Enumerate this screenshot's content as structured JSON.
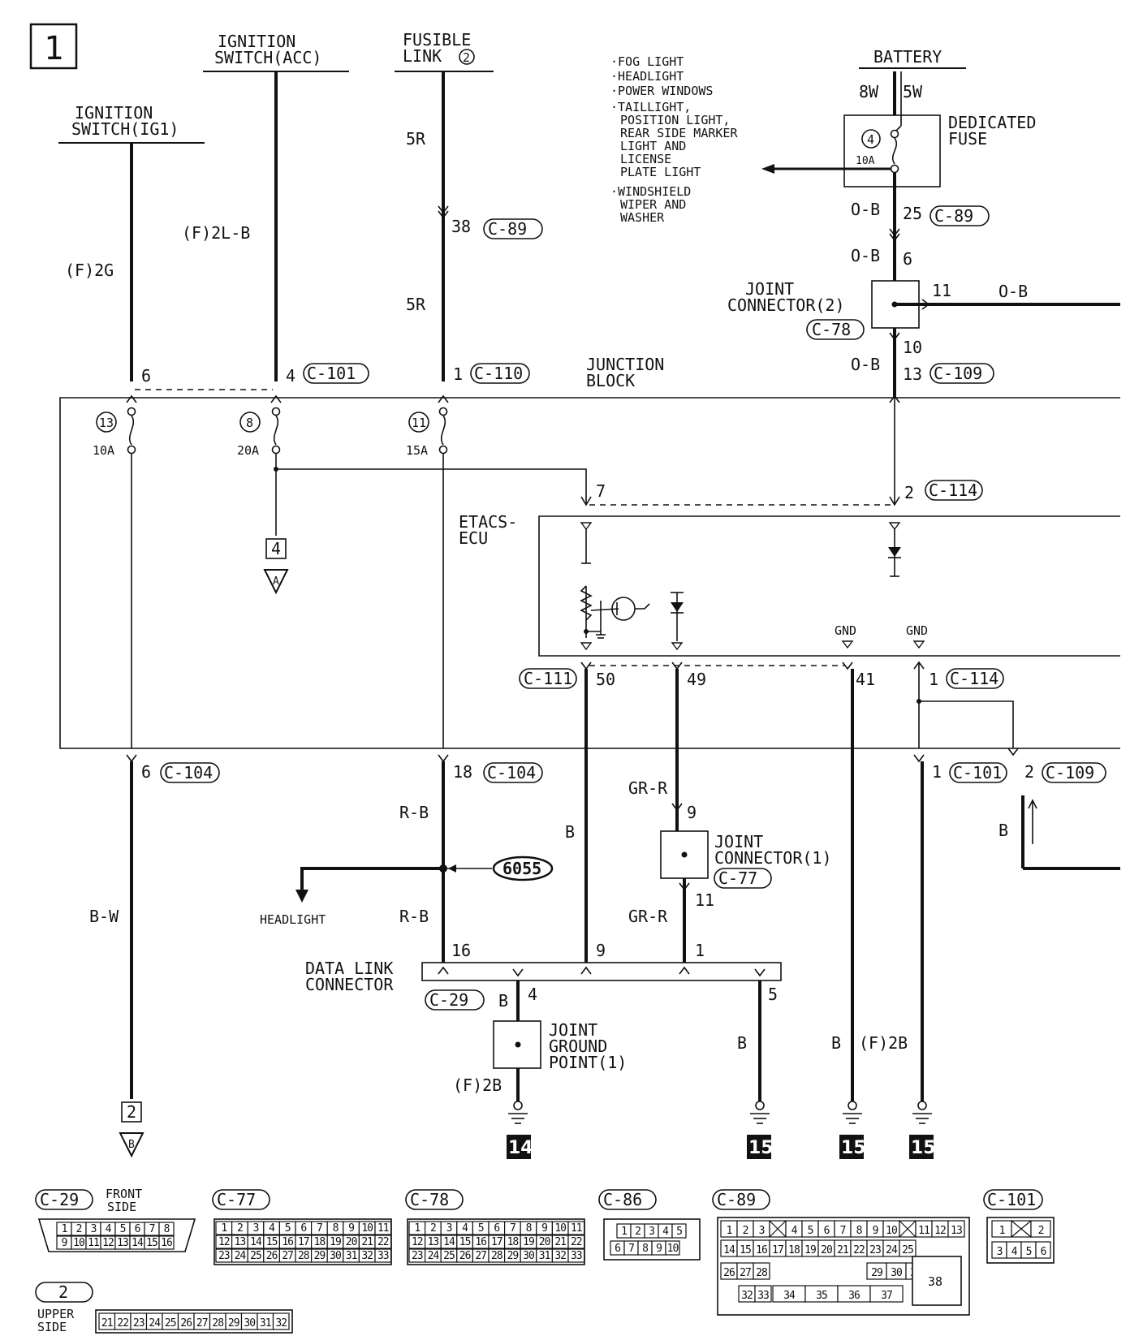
{
  "page_number": "1",
  "sources": {
    "ig1": [
      "IGNITION",
      "SWITCH(IG1)"
    ],
    "acc": [
      "IGNITION",
      "SWITCH(ACC)"
    ],
    "fusible_link": [
      "FUSIBLE",
      "LINK",
      "2"
    ],
    "battery": "BATTERY"
  },
  "battery_wires": [
    "8W",
    "5W"
  ],
  "dedicated_fuse": {
    "label": [
      "DEDICATED",
      "FUSE"
    ],
    "number": "4",
    "rating": "10A"
  },
  "fuse_feeds": [
    "·FOG LIGHT",
    "·HEADLIGHT",
    "·POWER WINDOWS",
    "·TAILLIGHT,",
    "POSITION LIGHT,",
    "REAR SIDE MARKER",
    "LIGHT AND",
    "LICENSE",
    "PLATE LIGHT",
    "·WINDSHIELD",
    "WIPER AND",
    "WASHER"
  ],
  "wire_colors": {
    "f2g": "(F)2G",
    "f2lb": "(F)2L-B",
    "r5a": "5R",
    "r5b": "5R",
    "ob1": "O-B",
    "ob2": "O-B",
    "ob3": "O-B",
    "ob4": "O-B",
    "bw": "B-W",
    "rb1": "R-B",
    "rb2": "R-B",
    "b50": "B",
    "grr1": "GR-R",
    "grr2": "GR-R",
    "b_right": "B",
    "b_dl": "B",
    "b_gnd5": "B",
    "b_gnd41": "B",
    "f2b_41": "(F)2B",
    "f2b_jgp": "(F)2B"
  },
  "pins": {
    "p38": "38",
    "p25": "25",
    "p6": "6",
    "p11": "11",
    "p10": "10",
    "p13": "13",
    "p6_ig1": "6",
    "p4_acc": "4",
    "p1_fl": "1",
    "p7": "7",
    "p2": "2",
    "p50": "50",
    "p49": "49",
    "p41": "41",
    "p1_114": "1",
    "p6_104": "6",
    "p18_104": "18",
    "p1_101": "1",
    "p2_109": "2",
    "p9_jc": "9",
    "p11_jc": "11",
    "p16": "16",
    "p9_dl": "9",
    "p1_dl": "1",
    "p4_dl": "4",
    "p5_dl": "5"
  },
  "connectors": {
    "c89a": "C-89",
    "c89b": "C-89",
    "c78": "C-78",
    "c109a": "C-109",
    "c109b": "C-109",
    "c101a": "C-101",
    "c101b": "C-101",
    "c110": "C-110",
    "c114a": "C-114",
    "c114b": "C-114",
    "c111": "C-111",
    "c104a": "C-104",
    "c104b": "C-104",
    "c77": "C-77",
    "c29": "C-29"
  },
  "fuses": [
    {
      "number": "13",
      "rating": "10A"
    },
    {
      "number": "8",
      "rating": "20A"
    },
    {
      "number": "11",
      "rating": "15A"
    }
  ],
  "labels": {
    "junction_block": [
      "JUNCTION",
      "BLOCK"
    ],
    "joint_connector_2": [
      "JOINT",
      "CONNECTOR(2)"
    ],
    "joint_connector_1": [
      "JOINT",
      "CONNECTOR(1)"
    ],
    "etacs_ecu": [
      "ETACS-",
      "ECU"
    ],
    "gnd_a": "GND",
    "gnd_b": "GND",
    "headlight": "HEADLIGHT",
    "splice": "6055",
    "data_link": [
      "DATA LINK",
      "CONNECTOR"
    ],
    "joint_ground": [
      "JOINT",
      "GROUND",
      "POINT(1)"
    ]
  },
  "page_refs": {
    "ref_a": {
      "number": "4",
      "letter": "A"
    },
    "ref_b": {
      "number": "2",
      "letter": "B"
    }
  },
  "ground_points": [
    "14",
    "15",
    "15",
    "15"
  ],
  "connector_views": {
    "c29": {
      "name": "C-29",
      "note": [
        "FRONT",
        "SIDE"
      ],
      "rows": [
        [
          "1",
          "2",
          "3",
          "4",
          "5",
          "6",
          "7",
          "8"
        ],
        [
          "9",
          "10",
          "11",
          "12",
          "13",
          "14",
          "15",
          "16"
        ]
      ]
    },
    "c77": {
      "name": "C-77",
      "rows": [
        [
          "1",
          "2",
          "3",
          "4",
          "5",
          "6",
          "7",
          "8",
          "9",
          "10",
          "11"
        ],
        [
          "12",
          "13",
          "14",
          "15",
          "16",
          "17",
          "18",
          "19",
          "20",
          "21",
          "22"
        ],
        [
          "23",
          "24",
          "25",
          "26",
          "27",
          "28",
          "29",
          "30",
          "31",
          "32",
          "33"
        ]
      ]
    },
    "c78": {
      "name": "C-78",
      "rows": [
        [
          "1",
          "2",
          "3",
          "4",
          "5",
          "6",
          "7",
          "8",
          "9",
          "10",
          "11"
        ],
        [
          "12",
          "13",
          "14",
          "15",
          "16",
          "17",
          "18",
          "19",
          "20",
          "21",
          "22"
        ],
        [
          "23",
          "24",
          "25",
          "26",
          "27",
          "28",
          "29",
          "30",
          "31",
          "32",
          "33"
        ]
      ]
    },
    "c86": {
      "name": "C-86",
      "rows": [
        [
          "1",
          "2",
          "3",
          "4",
          "5"
        ],
        [
          "6",
          "7",
          "8",
          "9",
          "10"
        ]
      ]
    },
    "c89": {
      "name": "C-89",
      "rows": [
        [
          "1",
          "2",
          "3",
          "",
          "4",
          "5",
          "6",
          "7",
          "8",
          "9",
          "10",
          "",
          "11",
          "12",
          "13"
        ],
        [
          "14",
          "15",
          "16",
          "17",
          "18",
          "19",
          "20",
          "21",
          "22",
          "23",
          "24",
          "25"
        ],
        [
          "26",
          "27",
          "28",
          "29",
          "30",
          "31"
        ],
        [
          "32",
          "33",
          "34",
          "35",
          "36",
          "37"
        ]
      ],
      "large": "38"
    },
    "c101": {
      "name": "C-101",
      "rows": [
        [
          "1",
          "",
          "2"
        ],
        [
          "3",
          "4",
          "5",
          "6"
        ]
      ]
    },
    "jb2": {
      "name": "2",
      "note": [
        "UPPER",
        "SIDE"
      ],
      "row": [
        "21",
        "22",
        "23",
        "24",
        "25",
        "26",
        "27",
        "28",
        "29",
        "30",
        "31",
        "32"
      ]
    }
  }
}
